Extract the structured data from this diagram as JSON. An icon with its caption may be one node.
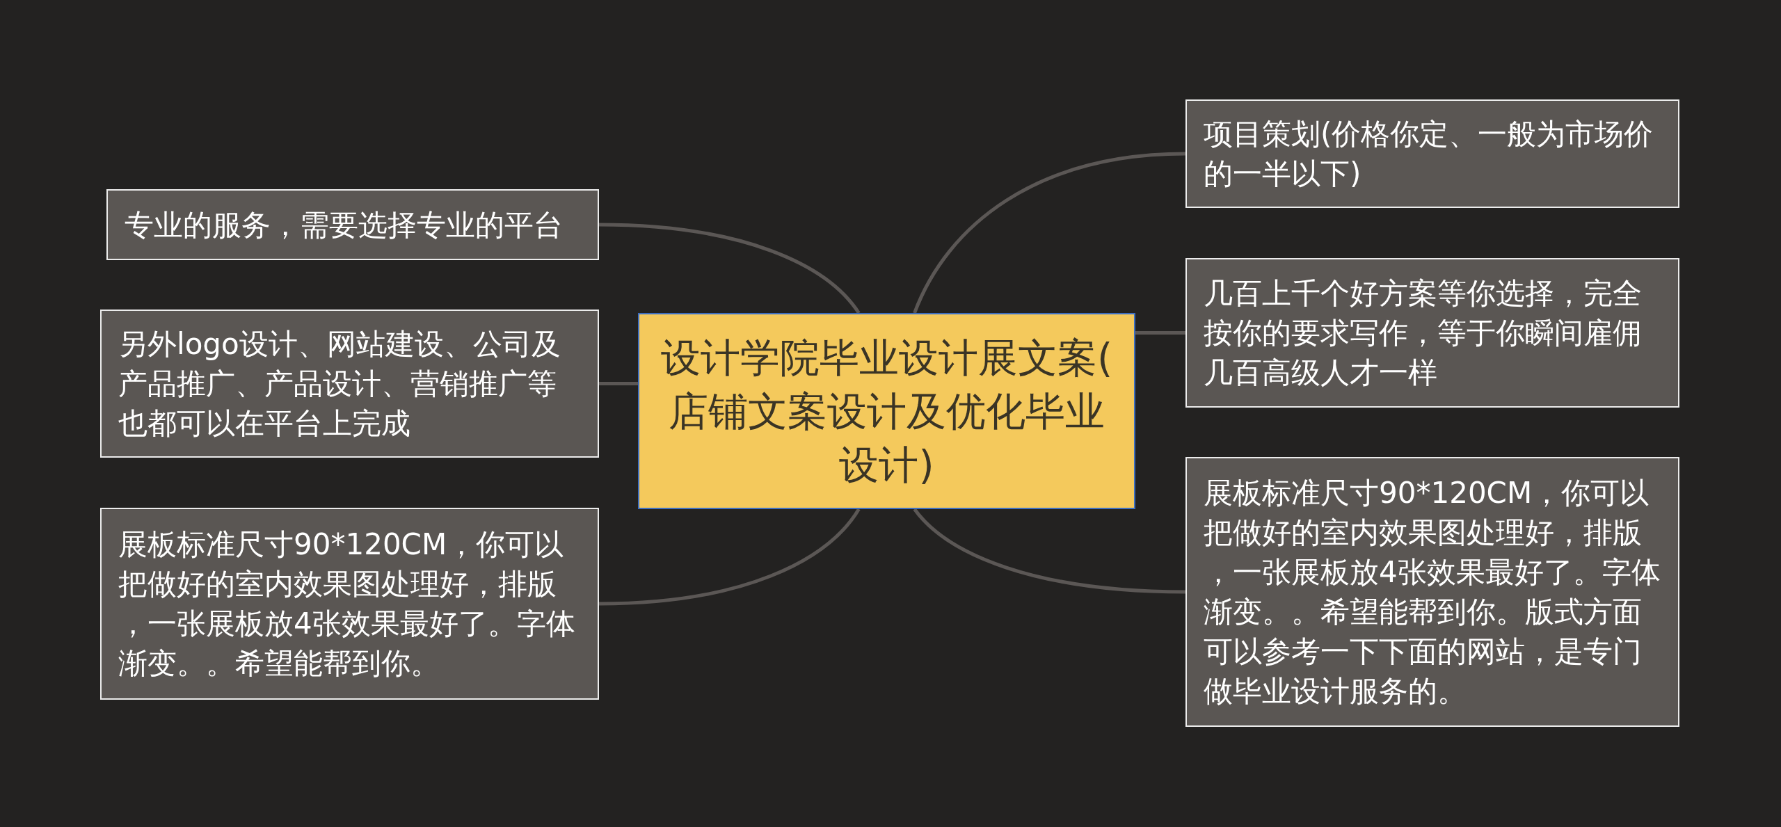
{
  "diagram": {
    "nodes": [
      {
        "text": [
          "设计学院毕业设计展文案(店铺文案设计及优化毕业设计)"
        ]
      },
      {
        "text": [
          "项目策划(价格你定、一般为市场价的一半以下)"
        ]
      },
      {
        "text": [
          "几百上千个好方案等你选择，完全按你的要求写作，等于你瞬间雇佣几百高级人才一样"
        ]
      },
      {
        "text": [
          "展板标准尺寸90*120CM，你可以把做好的室内效果图处理好，排版，一张展板放4张效果最好了。字体渐变。。希望能帮到你。版式方面可以参考一下下面的网站，是专门做毕业设计服务的。"
        ]
      },
      {
        "text": [
          "专业的服务，需要选择专业的平台"
        ]
      },
      {
        "text": [
          "另外logo设计、网站建设、公司及产品推广、产品设计、营销推广等也都可以在平台上完成"
        ]
      },
      {
        "text": [
          "展板标准尺寸90*120CM，你可以把做好的室内效果图处理好，排版，一张展板放4张效果最好了。字体渐变。。希望能帮到你。"
        ]
      }
    ],
    "edges": [
      {
        "from": 0,
        "to": 1,
        "arrow": "none"
      },
      {
        "from": 0,
        "to": 2,
        "arrow": "none"
      },
      {
        "from": 0,
        "to": 3,
        "arrow": "none"
      },
      {
        "from": 0,
        "to": 4,
        "arrow": "none"
      },
      {
        "from": 0,
        "to": 5,
        "arrow": "none"
      },
      {
        "from": 0,
        "to": 6,
        "arrow": "none"
      }
    ]
  }
}
